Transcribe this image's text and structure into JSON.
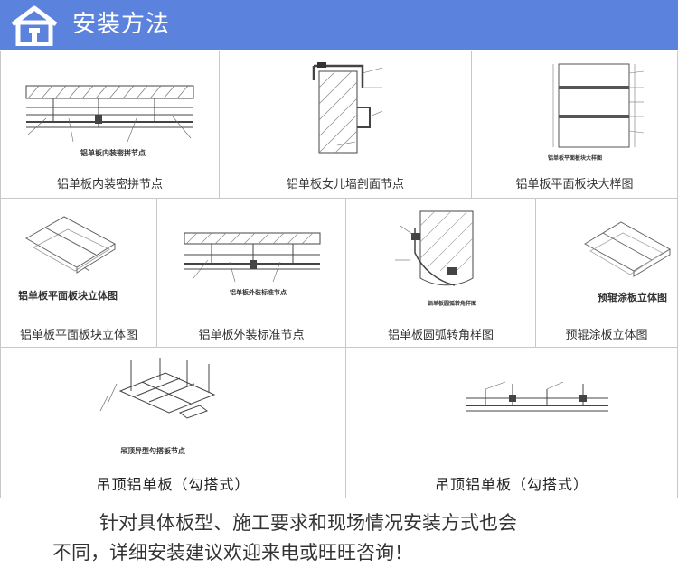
{
  "header": {
    "title": "安装方法",
    "logo_icon": "house-logo-icon"
  },
  "row1": [
    {
      "caption": "铝单板内装密拼节点",
      "diagram_label": "铝单板内装密拼节点"
    },
    {
      "caption": "铝单板女儿墙剖面节点",
      "diagram_label": ""
    },
    {
      "caption": "铝单板平面板块大样图",
      "diagram_label": "铝单板平面板块大样图"
    }
  ],
  "row2": [
    {
      "caption": "铝单板平面板块立体图",
      "diagram_label": "铝单板平面板块立体图"
    },
    {
      "caption": "铝单板外装标准节点",
      "diagram_label": "铝单板外装标准节点"
    },
    {
      "caption": "铝单板圆弧转角样图",
      "diagram_label": "铝单板圆弧转角样图"
    },
    {
      "caption": "预辊涂板立体图",
      "diagram_label": "预辊涂板立体图"
    }
  ],
  "row3": [
    {
      "caption": "吊顶铝单板（勾搭式）",
      "diagram_label": "吊顶异型勾搭板节点"
    },
    {
      "caption": "吊顶铝单板（勾搭式）",
      "diagram_label": ""
    }
  ],
  "footer": {
    "line1": "针对具体板型、施工要求和现场情况安装方式也会",
    "line2": "不同，详细安装建议欢迎来电或旺旺咨询！"
  }
}
